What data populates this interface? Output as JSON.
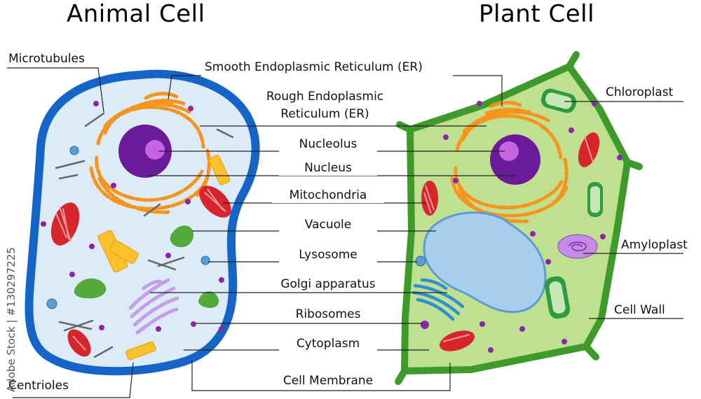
{
  "titles": {
    "animal": "Animal Cell",
    "plant": "Plant Cell"
  },
  "labels": {
    "microtubules": "Microtubules",
    "smooth_er": "Smooth Endoplasmic Reticulum (ER)",
    "rough_er_line1": "Rough Endoplasmic",
    "rough_er_line2": "Reticulum (ER)",
    "nucleolus": "Nucleolus",
    "nucleus": "Nucleus",
    "mitochondria": "Mitochondria",
    "vacuole": "Vacuole",
    "lysosome": "Lysosome",
    "golgi": "Golgi apparatus",
    "ribosomes": "Ribosomes",
    "cytoplasm": "Cytoplasm",
    "cell_membrane": "Cell Membrane",
    "centrioles": "Centrioles",
    "chloroplast": "Chloroplast",
    "amyloplast": "Amyloplast",
    "cell_wall": "Cell Wall"
  },
  "watermark": "Adobe Stock | #130297225",
  "colors": {
    "membrane": "#1565c8",
    "animal_cytoplasm": "#dcebf8",
    "cell_wall": "#3f9a2c",
    "plant_cytoplasm": "#bfe08f",
    "nucleus": "#6a1b9a",
    "nucleolus": "#c765e0",
    "er": "#f7941d",
    "mitochondria": "#d7262b",
    "vacuole_plant": "#a9cfee",
    "golgi_animal": "#c59de8",
    "golgi_plant": "#2d8fd8",
    "ribosome": "#8e24aa",
    "chloroplast": "#2e9b3d",
    "amyloplast": "#c68be8"
  }
}
